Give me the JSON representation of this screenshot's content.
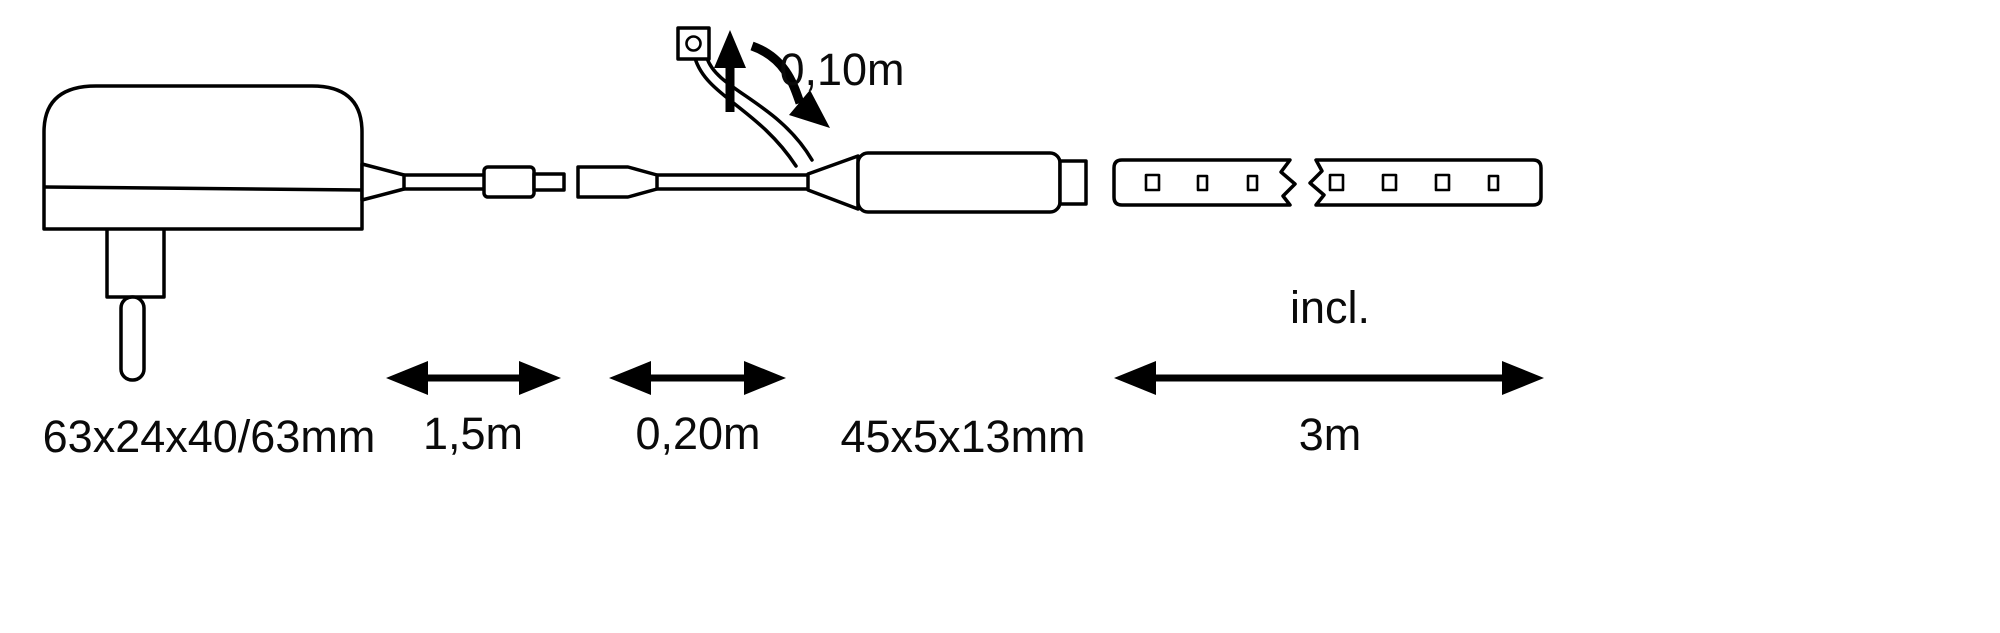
{
  "labels": {
    "adapter_dimensions": "63x24x40/63mm",
    "cable_length": "1,5m",
    "connector_length": "0,20m",
    "controller_dimensions": "45x5x13mm",
    "sensor_height": "0,10m",
    "included": "incl.",
    "strip_length": "3m"
  },
  "colors": {
    "line": "#000000",
    "background": "#ffffff"
  }
}
